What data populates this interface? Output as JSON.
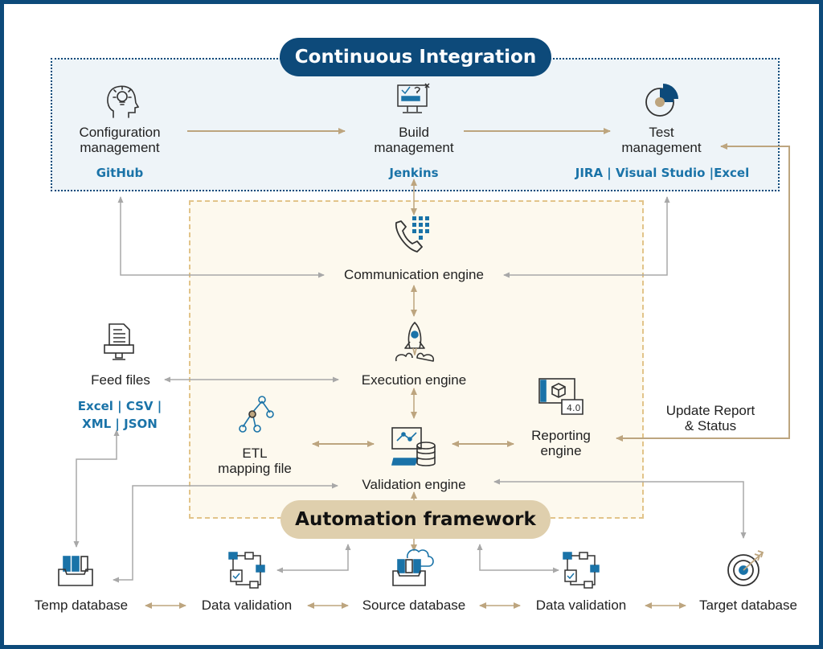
{
  "continuous_integration": {
    "title": "Continuous Integration",
    "config": {
      "line1": "Configuration",
      "line2": "management",
      "tool": "GitHub"
    },
    "build": {
      "line1": "Build",
      "line2": "management",
      "tool": "Jenkins"
    },
    "test": {
      "line1": "Test",
      "line2": "management",
      "tool": "JIRA | Visual Studio |Excel"
    }
  },
  "automation": {
    "title": "Automation framework",
    "communication_engine": "Communication engine",
    "execution_engine": "Execution engine",
    "validation_engine": "Validation engine",
    "etl": {
      "line1": "ETL",
      "line2": "mapping file"
    },
    "reporting": {
      "line1": "Reporting",
      "line2": "engine"
    }
  },
  "feed_files": {
    "label": "Feed files",
    "formats_line1": "Excel | CSV |",
    "formats_line2": "XML | JSON"
  },
  "update_report": {
    "line1": "Update Report",
    "line2": "& Status"
  },
  "bottom": {
    "temp_database": "Temp database",
    "data_validation_1": "Data validation",
    "source_database": "Source database",
    "data_validation_2": "Data validation",
    "target_database": "Target database"
  },
  "icons": {
    "config": "head-lightbulb-icon",
    "build": "computer-checklist-icon",
    "test": "pie-chart-icon",
    "communication": "phone-keypad-icon",
    "execution": "rocket-icon",
    "feed": "document-monitor-icon",
    "etl": "hierarchy-icon",
    "validation": "database-monitor-icon",
    "reporting": "report-cube-icon",
    "temp_db": "database-tray-icon",
    "data_validation": "flowchart-icon",
    "source_db": "cloud-database-icon",
    "target_db": "target-icon"
  },
  "colors": {
    "navy": "#0d4a7a",
    "tool_blue": "#1a73a8",
    "tan": "#bda57f",
    "grey_arrow": "#a8a8a8"
  }
}
